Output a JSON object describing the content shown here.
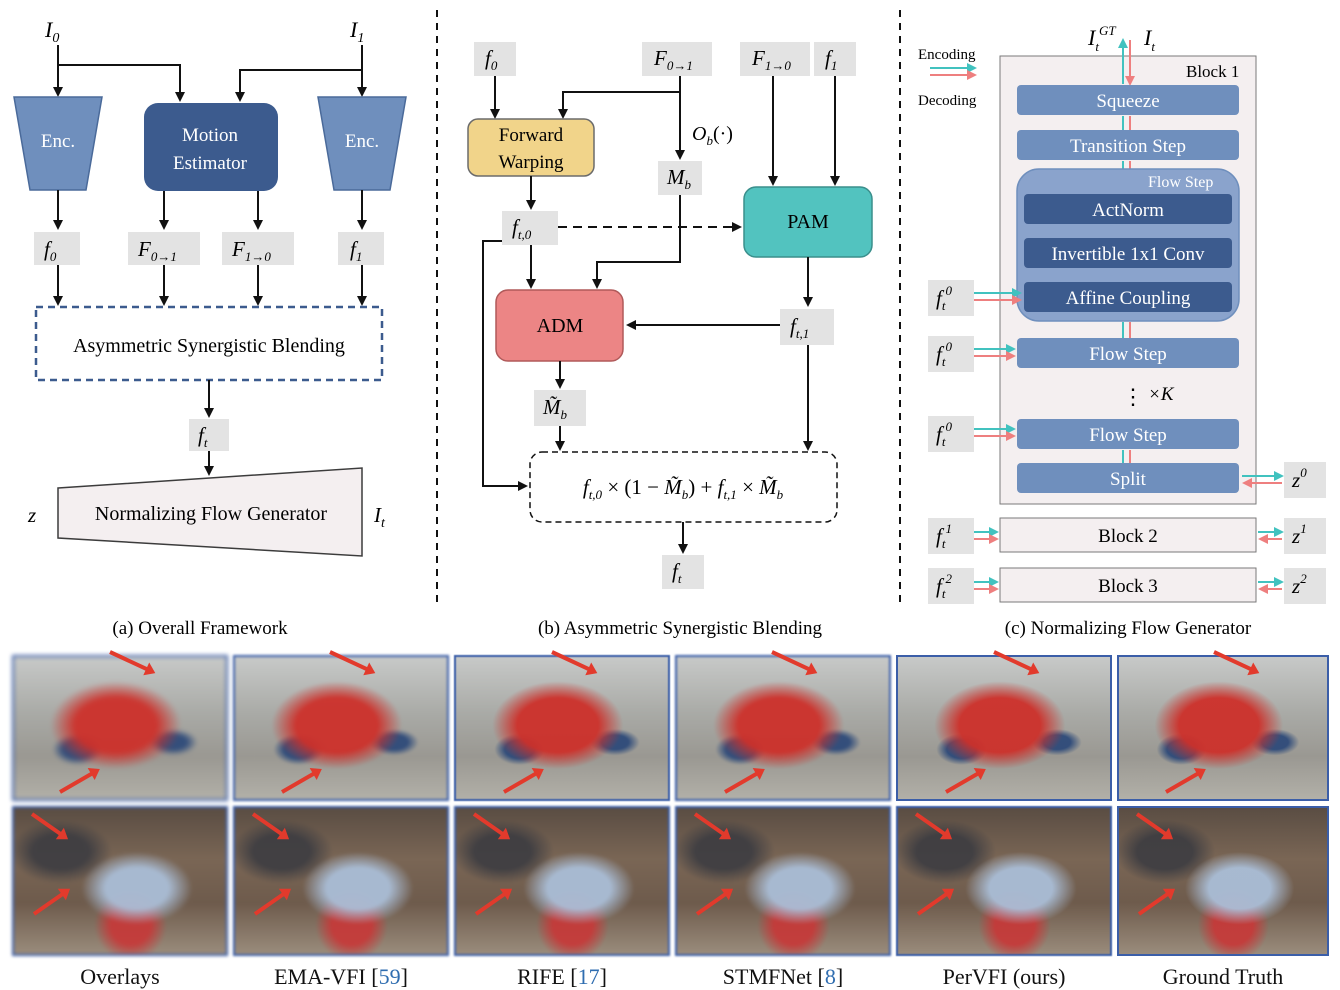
{
  "panel_a": {
    "inputs": [
      "I",
      "0",
      "I",
      "1"
    ],
    "enc_left": "Enc.",
    "enc_right": "Enc.",
    "motion_estimator": [
      "Motion",
      "Estimator"
    ],
    "features": [
      "f",
      "0",
      "F",
      "0→1",
      "F",
      "1→0",
      "f",
      "1"
    ],
    "blending": "Asymmetric Synergistic Blending",
    "ft": [
      "f",
      "t"
    ],
    "generator": "Normalizing Flow Generator",
    "z": "z",
    "It": [
      "I",
      "t"
    ],
    "caption": "(a) Overall Framework"
  },
  "panel_b": {
    "f0": [
      "f",
      "0"
    ],
    "F01": [
      "F",
      "0→1"
    ],
    "F10": [
      "F",
      "1→0"
    ],
    "f1": [
      "f",
      "1"
    ],
    "forward_warping": [
      "Forward",
      "Warping"
    ],
    "Ob": "O",
    "Ob_sub": "b",
    "Ob_rest": "(·)",
    "Mb": [
      "M",
      "b"
    ],
    "ft0": [
      "f",
      "t,0"
    ],
    "pam": "PAM",
    "adm": "ADM",
    "ft1": [
      "f",
      "t,1"
    ],
    "Mtilde": [
      "M̃",
      "b"
    ],
    "formula": "f t,0 × (1 − M̃ b) + f t,1 × M̃ b",
    "ft": [
      "f",
      "t"
    ],
    "caption": "(b) Asymmetric Synergistic Blending"
  },
  "panel_c": {
    "legend_encoding": "Encoding",
    "legend_decoding": "Decoding",
    "top_gt": [
      "I",
      "t",
      "GT"
    ],
    "top_it": [
      "I",
      "t"
    ],
    "block1": "Block 1",
    "squeeze": "Squeeze",
    "transition": "Transition Step",
    "flow_step_group": "Flow Step",
    "actnorm": "ActNorm",
    "inv_conv": "Invertible 1x1 Conv",
    "affine": "Affine Coupling",
    "flow_step": "Flow Step",
    "dots": "⋮",
    "xK": "×K",
    "split": "Split",
    "block2": "Block 2",
    "block3": "Block 3",
    "side_ft": [
      "f",
      "t",
      "0",
      "f",
      "t",
      "0",
      "f",
      "t",
      "0",
      "f",
      "t",
      "1",
      "f",
      "t",
      "2"
    ],
    "side_z": [
      "z",
      "0",
      "z",
      "1",
      "z",
      "2"
    ],
    "caption": "(c) Normalizing Flow Generator"
  },
  "comparison": {
    "labels": [
      {
        "text": "Overlays",
        "ref": ""
      },
      {
        "text": "EMA-VFI [",
        "ref": "59",
        "close": "]"
      },
      {
        "text": "RIFE [",
        "ref": "17",
        "close": "]"
      },
      {
        "text": "STMFNet [",
        "ref": "8",
        "close": "]"
      },
      {
        "text": "PerVFI (ours)",
        "ref": ""
      },
      {
        "text": "Ground Truth",
        "ref": ""
      }
    ]
  },
  "colors": {
    "block_blue": "#6f8fbd",
    "dark_blue": "#3c5b8e",
    "warp_yellow": "#f1d48a",
    "pam_teal": "#52c3bf",
    "adm_red": "#ec8585",
    "gray_label": "#e3e3e3",
    "panel_bg": "#f4eff0",
    "encoding_arrow": "#41c2bf",
    "decoding_arrow": "#ee7f7f"
  }
}
